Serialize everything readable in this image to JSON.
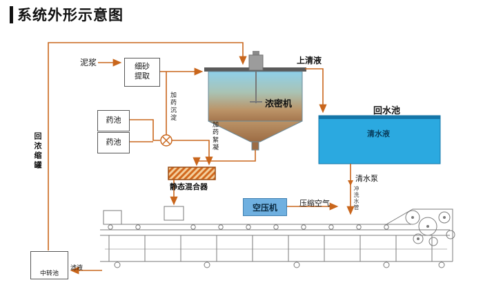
{
  "title": "系统外形示意图",
  "labels": {
    "mud": "泥浆",
    "sand_extract": "细砂提取",
    "supernatant": "上清液",
    "thickener": "浓密机",
    "return_pool": "回水池",
    "clear_water": "清水液",
    "chem_tank_1": "药池",
    "chem_tank_2": "药池",
    "dose_settle": "加药沉淀",
    "dose_floc": "加药絮凝",
    "static_mixer": "静态混合器",
    "return_to_thickener": "回浓缩罐",
    "clear_water_pump": "清水泵",
    "flush_pipe": "冲洗水管",
    "air_compressor": "空压机",
    "compressed_air": "压缩空气",
    "transfer_pool": "中转池",
    "filtrate": "滤液"
  },
  "colors": {
    "pipe_orange": "#c9661c",
    "pool_fill": "#2ba9e0",
    "pool_edge": "#1576a8",
    "machine_line": "#7a7a7a",
    "mixer_hatch": "#d2691e",
    "compressor_fill": "#6fb0e0"
  }
}
